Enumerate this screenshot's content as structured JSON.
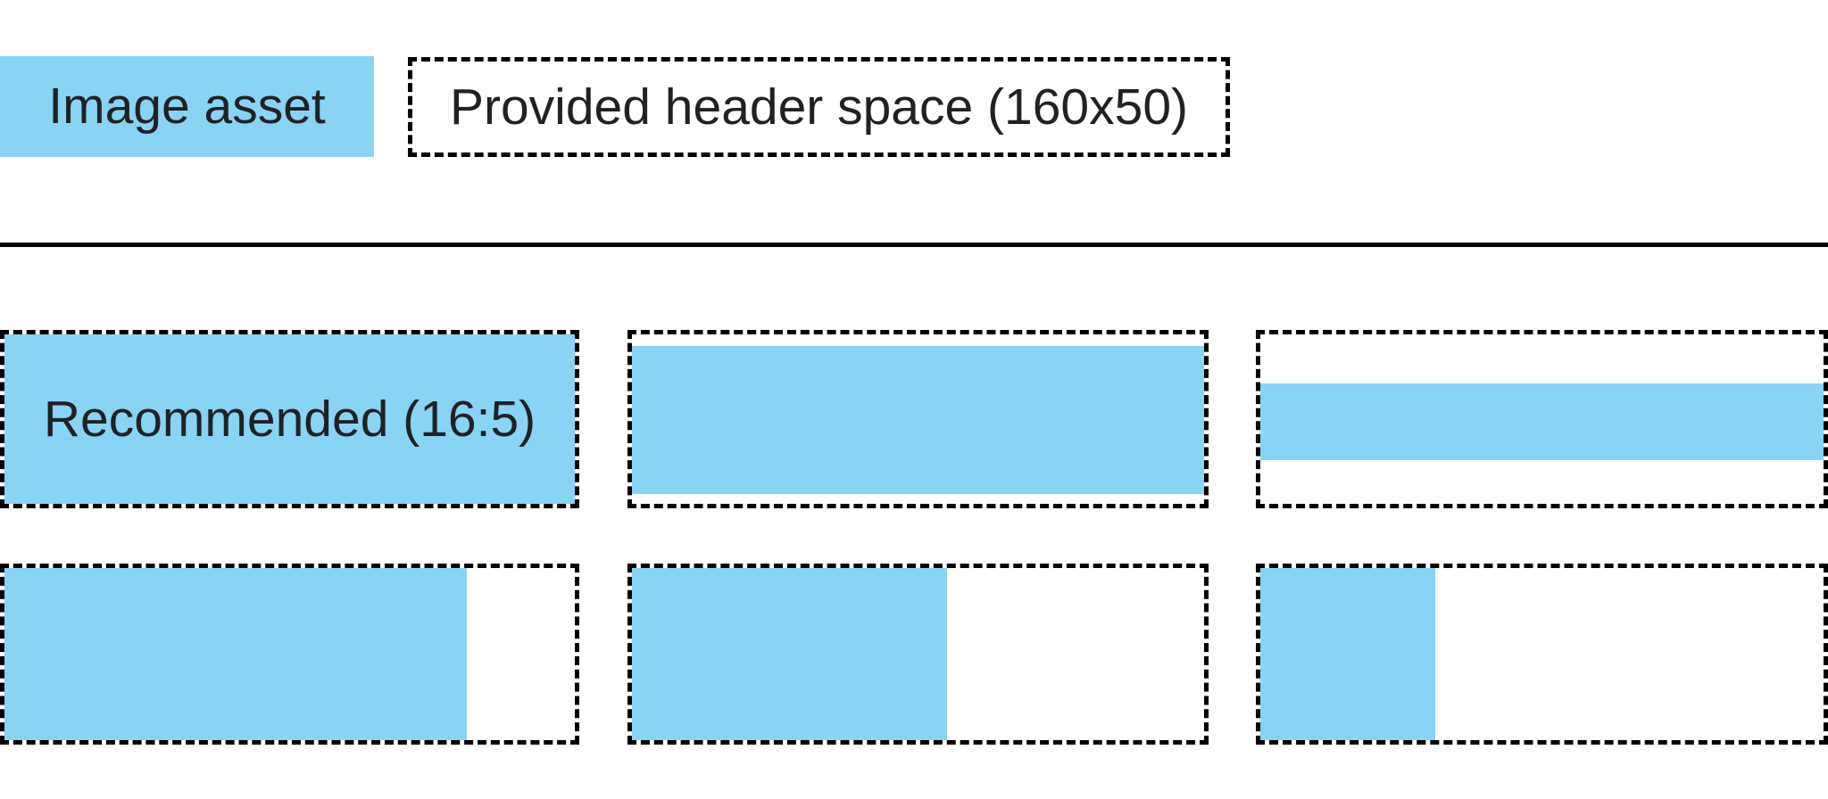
{
  "colors": {
    "asset_blue": "#89d3f5",
    "line_black": "#000000",
    "text_black": "#202124",
    "background": "#ffffff"
  },
  "legend": {
    "asset_swatch_label": "Image asset",
    "header_space_label": "Provided header space (160x50)"
  },
  "examples": {
    "recommended_aspect_ratio": "16:5",
    "header_space_size": "160x50",
    "items": [
      {
        "id": "recommended-16-5",
        "label": "Recommended (16:5)",
        "fill": "full width, full height",
        "fill_style": "left:0;top:0;width:100%;height:100%"
      },
      {
        "id": "full-width-87-height",
        "label": "",
        "fill": "full width, ~87% height, vertically centered",
        "fill_style": "left:0;top:7%;width:100%;height:87%"
      },
      {
        "id": "full-width-45-height",
        "label": "",
        "fill": "full width, ~45% height, vertically centered",
        "fill_style": "left:0;top:29%;width:100%;height:45%"
      },
      {
        "id": "full-height-81-width",
        "label": "",
        "fill": "full height, ~81% width, left aligned",
        "fill_style": "left:0;top:0;width:81%;height:100%"
      },
      {
        "id": "full-height-55-width",
        "label": "",
        "fill": "full height, ~55% width, left aligned",
        "fill_style": "left:0;top:0;width:55%;height:100%"
      },
      {
        "id": "full-height-31-width",
        "label": "",
        "fill": "full height, ~31% width, left aligned",
        "fill_style": "left:0;top:0;width:31%;height:100%"
      }
    ]
  }
}
